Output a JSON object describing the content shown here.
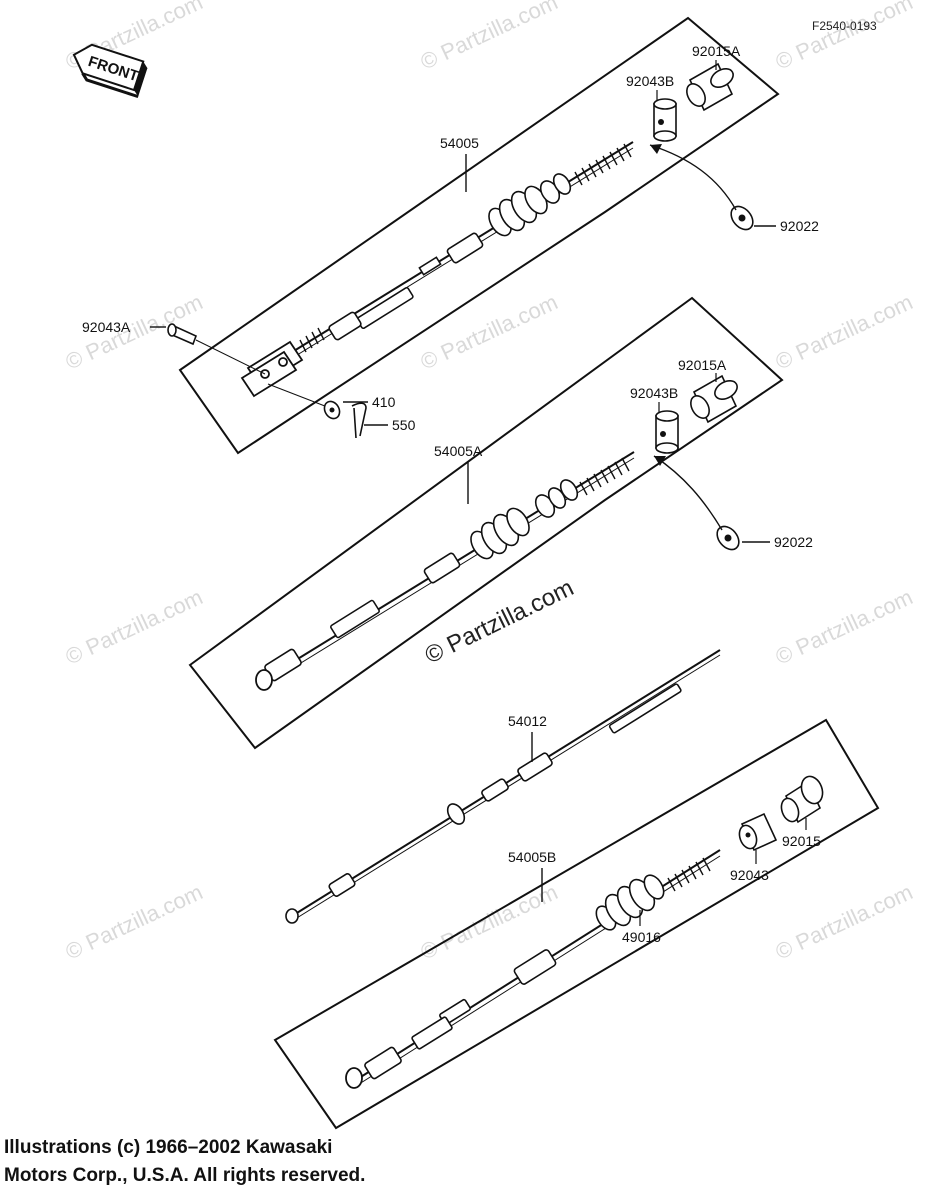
{
  "diagram_code": "F2540-0193",
  "front_label": "FRONT",
  "watermark_main": "© Partzilla.com",
  "watermark_faint": "© Partzilla.com",
  "parts": {
    "p54005": "54005",
    "p92043A": "92043A",
    "p410": "410",
    "p550": "550",
    "p92015A_top": "92015A",
    "p92043B_top": "92043B",
    "p92022_top": "92022",
    "p54005A": "54005A",
    "p92015A_mid": "92015A",
    "p92043B_mid": "92043B",
    "p92022_mid": "92022",
    "p54012": "54012",
    "p54005B": "54005B",
    "p49016": "49016",
    "p92043": "92043",
    "p92015": "92015"
  },
  "copyright": {
    "line1": "Illustrations (c) 1966–2002 Kawasaki",
    "line2": "Motors Corp., U.S.A.  All rights reserved."
  }
}
